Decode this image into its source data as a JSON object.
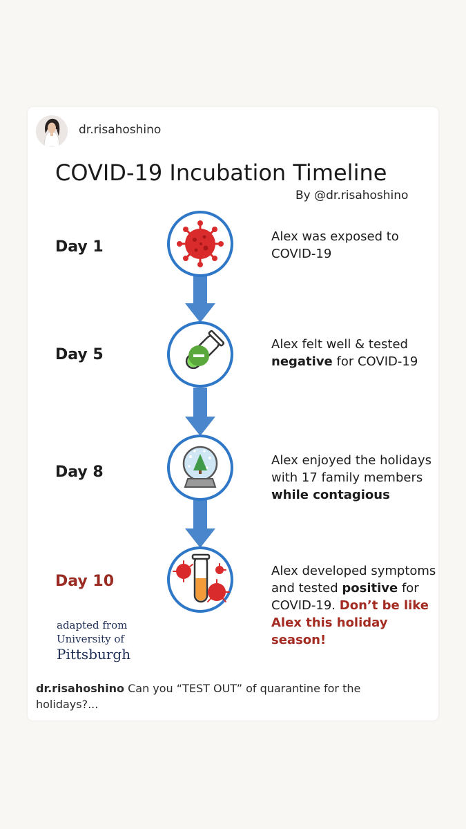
{
  "post": {
    "username": "dr.risahoshino"
  },
  "infographic": {
    "title": "COVID-19 Incubation Timeline",
    "byline": "By @dr.risahoshino",
    "steps": [
      {
        "day": "Day 1",
        "icon": "virus-icon",
        "text_1": "Alex was exposed to COVID-19"
      },
      {
        "day": "Day 5",
        "icon": "negative-test-tube-icon",
        "text_1": "Alex felt well & tested ",
        "bold_1": "negative",
        "text_2": " for COVID-19"
      },
      {
        "day": "Day 8",
        "icon": "snow-globe-icon",
        "text_1": "Alex enjoyed the holidays with 17 family members ",
        "bold_1": "while contagious"
      },
      {
        "day": "Day 10",
        "icon": "positive-test-tube-virus-icon",
        "text_1": "Alex developed symptoms and tested ",
        "bold_1": "positive",
        "text_2": " for COVID-19.",
        "warning": "Don’t be like Alex this holiday season!"
      }
    ],
    "credit": {
      "line_1": "adapted from",
      "line_2": "University of",
      "line_3": "Pittsburgh"
    }
  },
  "caption": {
    "username": "dr.risahoshino",
    "text": "Can you “TEST OUT” of quarantine for the holidays?..."
  },
  "colors": {
    "accent_blue": "#2f77c7",
    "arrow_blue": "#4a86cc",
    "virus_red": "#d92b2b",
    "test_green": "#5aa83c",
    "day10_red": "#9b2b22"
  }
}
